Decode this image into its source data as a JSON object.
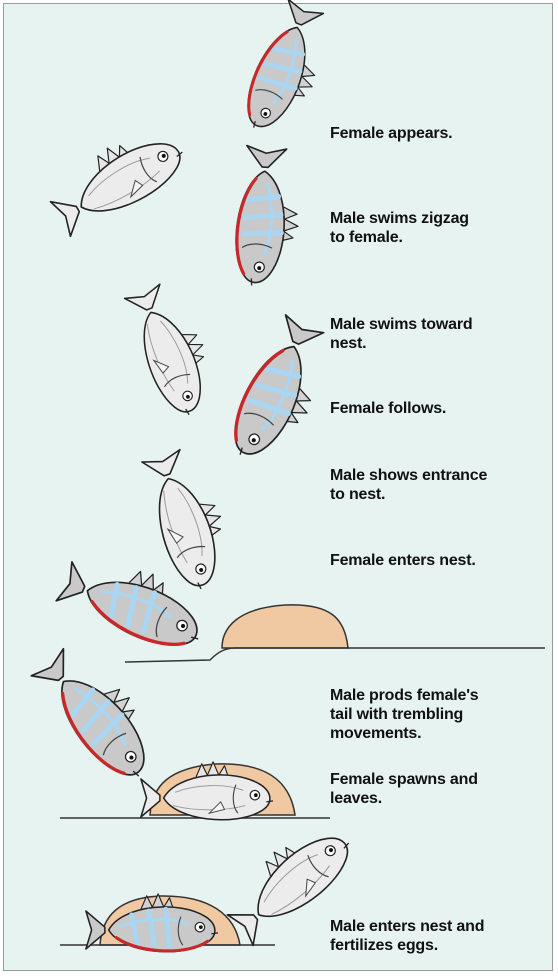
{
  "captions": [
    "Female appears.",
    "Male swims zigzag\nto female.",
    "Male swims toward\nnest.",
    "Female follows.",
    "Male shows entrance\nto nest.",
    "Female enters nest.",
    "Male prods female's\ntail with trembling\nmovements.",
    "Female spawns and\nleaves.",
    "Male enters nest and\nfertilizes eggs."
  ],
  "colors": {
    "background": "#e6f3f0",
    "female_body": "#ececec",
    "male_body": "#c9c9c9",
    "male_stripe": "#a9d6f2",
    "male_belly": "#c8282a",
    "nest": "#f0c9a2"
  }
}
